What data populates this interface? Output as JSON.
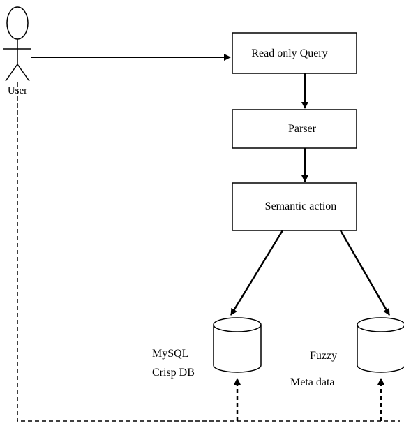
{
  "actor": {
    "label": "User",
    "icon": "stick-figure-icon"
  },
  "process": {
    "query_box": "Read only Query",
    "parser_box": "Parser",
    "semantic_box": "Semantic action"
  },
  "databases": {
    "crisp": {
      "line1": "MySQL",
      "line2": "Crisp  DB",
      "icon": "database-cylinder-icon"
    },
    "fuzzy": {
      "line1": "Fuzzy",
      "line2": "Meta data",
      "icon": "database-cylinder-icon"
    }
  }
}
